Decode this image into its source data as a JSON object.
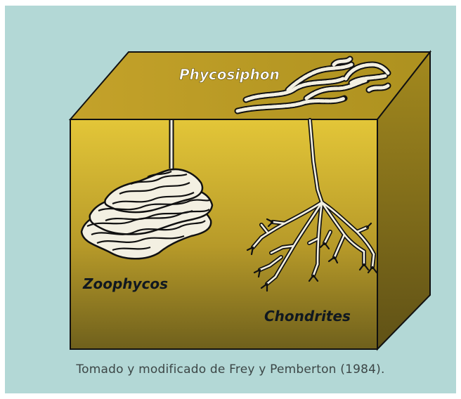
{
  "labels": {
    "phycosiphon": "Phycosiphon",
    "zoophycos": "Zoophycos",
    "chondrites": "Chondrites"
  },
  "caption": "Tomado y modificado de Frey y Pemberton (1984).",
  "colors": {
    "background": "#b3d8d6",
    "box_front_top": "#e2c337",
    "box_front_bottom": "#6e5f1b",
    "box_top": "#b99a22",
    "box_side": "#8a7318",
    "outline": "#111111",
    "trace_fill": "#f3f0e2"
  }
}
